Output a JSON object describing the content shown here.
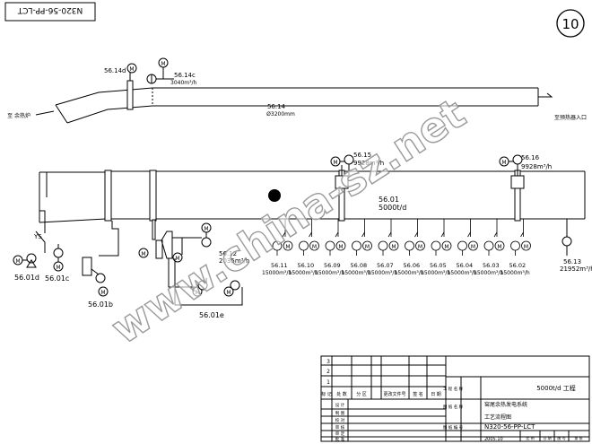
{
  "drawing_no_rotated": "N320-56-PP-LCT",
  "sheet_number": "10",
  "duct_upper": {
    "tag": "56.14",
    "size": "Ø3200mm",
    "fan_tag": "56.14c",
    "fan_flow": "3040m³/h",
    "motor_tag": "56.14d",
    "left_label": "至 余热炉",
    "right_label": "至预热器入口"
  },
  "kiln": {
    "tag": "56.01",
    "capacity": "5000t/d"
  },
  "tire_fans": [
    {
      "tag": "56.15",
      "flow": "9928m³/h"
    },
    {
      "tag": "56.16",
      "flow": "9928m³/h"
    }
  ],
  "ys_label": "YS",
  "cooling_fans": [
    {
      "tag": "56.11",
      "flow": "15000m³/h"
    },
    {
      "tag": "56.10",
      "flow": "15000m³/h"
    },
    {
      "tag": "56.09",
      "flow": "15000m³/h"
    },
    {
      "tag": "56.08",
      "flow": "15000m³/h"
    },
    {
      "tag": "56.07",
      "flow": "15000m³/h"
    },
    {
      "tag": "56.06",
      "flow": "15000m³/h"
    },
    {
      "tag": "56.05",
      "flow": "15000m³/h"
    },
    {
      "tag": "56.04",
      "flow": "15000m³/h"
    },
    {
      "tag": "56.03",
      "flow": "15000m³/h"
    },
    {
      "tag": "56.02",
      "flow": "15000m³/h"
    }
  ],
  "fan_5613": {
    "tag": "56.13",
    "flow": "21952m³/h"
  },
  "fan_5612": {
    "tag": "56.12",
    "flow": "2035m³/h"
  },
  "bottom_tags": {
    "t1": "56.01d",
    "t2": "56.01c",
    "t3": "56.01b",
    "t4": "56.01e"
  },
  "motor_symbol": "M",
  "title_block": {
    "rev_rows": [
      "3",
      "2",
      "1"
    ],
    "rev_headers": [
      "标 记",
      "处 数",
      "分 区",
      "更改文件号",
      "签 名",
      "日 期"
    ],
    "project_label": "工 程 名 称",
    "project_value": "5000t/d 工程",
    "title_label": "图 纸 名 称",
    "title_value1": "窑尾余热发电系统",
    "title_value2": "工艺流程图",
    "no_label": "图 纸 编 号",
    "no_value": "N320-56-PP-LCT",
    "date_value": "2005.10",
    "left_rows": [
      "设 计",
      "制 图",
      "校 对",
      "审 核",
      "审 定",
      "批 准"
    ],
    "side_labels": [
      "比 例",
      "日 期",
      "图 号",
      "第 张"
    ]
  },
  "watermark": "www.china-sz.net"
}
